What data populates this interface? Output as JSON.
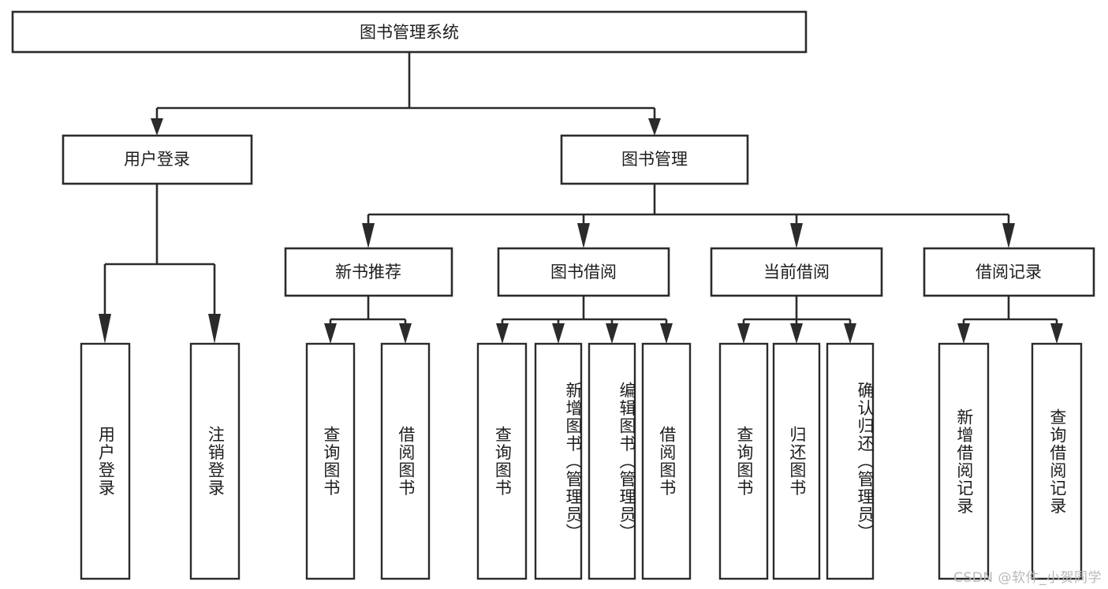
{
  "diagram": {
    "title": "图书管理系统",
    "type": "tree",
    "watermark": "CSDN @软件_小贺同学",
    "colors": {
      "box_stroke": "#2b2b2b",
      "box_fill": "#ffffff",
      "text": "#1d1d1d",
      "background": "#ffffff",
      "watermark": "#b9b9b9"
    },
    "root": {
      "label": "图书管理系统",
      "orientation": "horizontal"
    },
    "level2": [
      {
        "label": "用户登录",
        "orientation": "horizontal"
      },
      {
        "label": "图书管理",
        "orientation": "horizontal"
      }
    ],
    "level3": [
      {
        "label": "新书推荐",
        "orientation": "horizontal",
        "parent": "图书管理"
      },
      {
        "label": "图书借阅",
        "orientation": "horizontal",
        "parent": "图书管理"
      },
      {
        "label": "当前借阅",
        "orientation": "horizontal",
        "parent": "图书管理"
      },
      {
        "label": "借阅记录",
        "orientation": "horizontal",
        "parent": "图书管理"
      }
    ],
    "leaves": {
      "用户登录": [
        {
          "label": "用户登录",
          "orientation": "vertical"
        },
        {
          "label": "注销登录",
          "orientation": "vertical"
        }
      ],
      "新书推荐": [
        {
          "label": "查询图书",
          "orientation": "vertical"
        },
        {
          "label": "借阅图书",
          "orientation": "vertical"
        }
      ],
      "图书借阅": [
        {
          "label": "查询图书",
          "orientation": "vertical"
        },
        {
          "label": "新增图书（管理员）",
          "orientation": "vertical"
        },
        {
          "label": "编辑图书（管理员）",
          "orientation": "vertical"
        },
        {
          "label": "借阅图书",
          "orientation": "vertical"
        }
      ],
      "当前借阅": [
        {
          "label": "查询图书",
          "orientation": "vertical"
        },
        {
          "label": "归还图书",
          "orientation": "vertical"
        },
        {
          "label": "确认归还（管理员）",
          "orientation": "vertical"
        }
      ],
      "借阅记录": [
        {
          "label": "新增借阅记录",
          "orientation": "vertical"
        },
        {
          "label": "查询借阅记录",
          "orientation": "vertical"
        }
      ]
    }
  }
}
